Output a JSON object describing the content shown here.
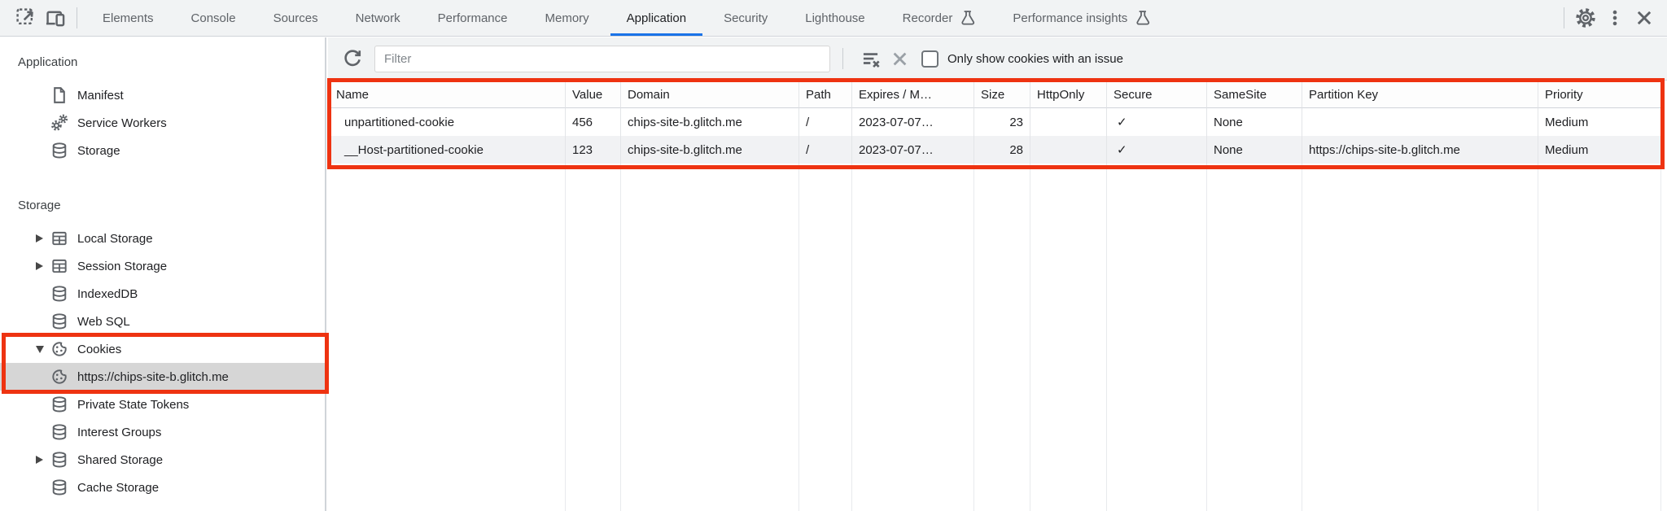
{
  "tabbar": {
    "tabs": [
      "Elements",
      "Console",
      "Sources",
      "Network",
      "Performance",
      "Memory",
      "Application",
      "Security",
      "Lighthouse",
      "Recorder",
      "Performance insights"
    ],
    "selected_tab": "Application",
    "accent_color": "#1a73e8"
  },
  "sidebar": {
    "app_section": {
      "header": "Application",
      "manifest": "Manifest",
      "service_workers": "Service Workers",
      "storage": "Storage"
    },
    "storage_section": {
      "header": "Storage",
      "local_storage": "Local Storage",
      "session_storage": "Session Storage",
      "indexeddb": "IndexedDB",
      "web_sql": "Web SQL",
      "cookies": "Cookies",
      "cookies_origin": "https://chips-site-b.glitch.me",
      "selected_item": "https://chips-site-b.glitch.me",
      "private_state_tokens": "Private State Tokens",
      "interest_groups": "Interest Groups",
      "shared_storage": "Shared Storage",
      "cache_storage": "Cache Storage"
    }
  },
  "toolbar": {
    "filter_placeholder": "Filter",
    "filter_value": "",
    "only_issue_label": "Only show cookies with an issue",
    "only_issue_checked": false
  },
  "cookies_table": {
    "columns": [
      "Name",
      "Value",
      "Domain",
      "Path",
      "Expires / M…",
      "Size",
      "HttpOnly",
      "Secure",
      "SameSite",
      "Partition Key",
      "Priority"
    ],
    "rows": [
      {
        "name": "unpartitioned-cookie",
        "value": "456",
        "domain": "chips-site-b.glitch.me",
        "path": "/",
        "expires": "2023-07-07…",
        "size": "23",
        "http_only": "",
        "secure": "✓",
        "same_site": "None",
        "partition_key": "",
        "priority": "Medium"
      },
      {
        "name": "__Host-partitioned-cookie",
        "value": "123",
        "domain": "chips-site-b.glitch.me",
        "path": "/",
        "expires": "2023-07-07…",
        "size": "28",
        "http_only": "",
        "secure": "✓",
        "same_site": "None",
        "partition_key": "https://chips-site-b.glitch.me",
        "priority": "Medium"
      }
    ]
  },
  "annotations": {
    "highlight_color": "#ee3311"
  }
}
